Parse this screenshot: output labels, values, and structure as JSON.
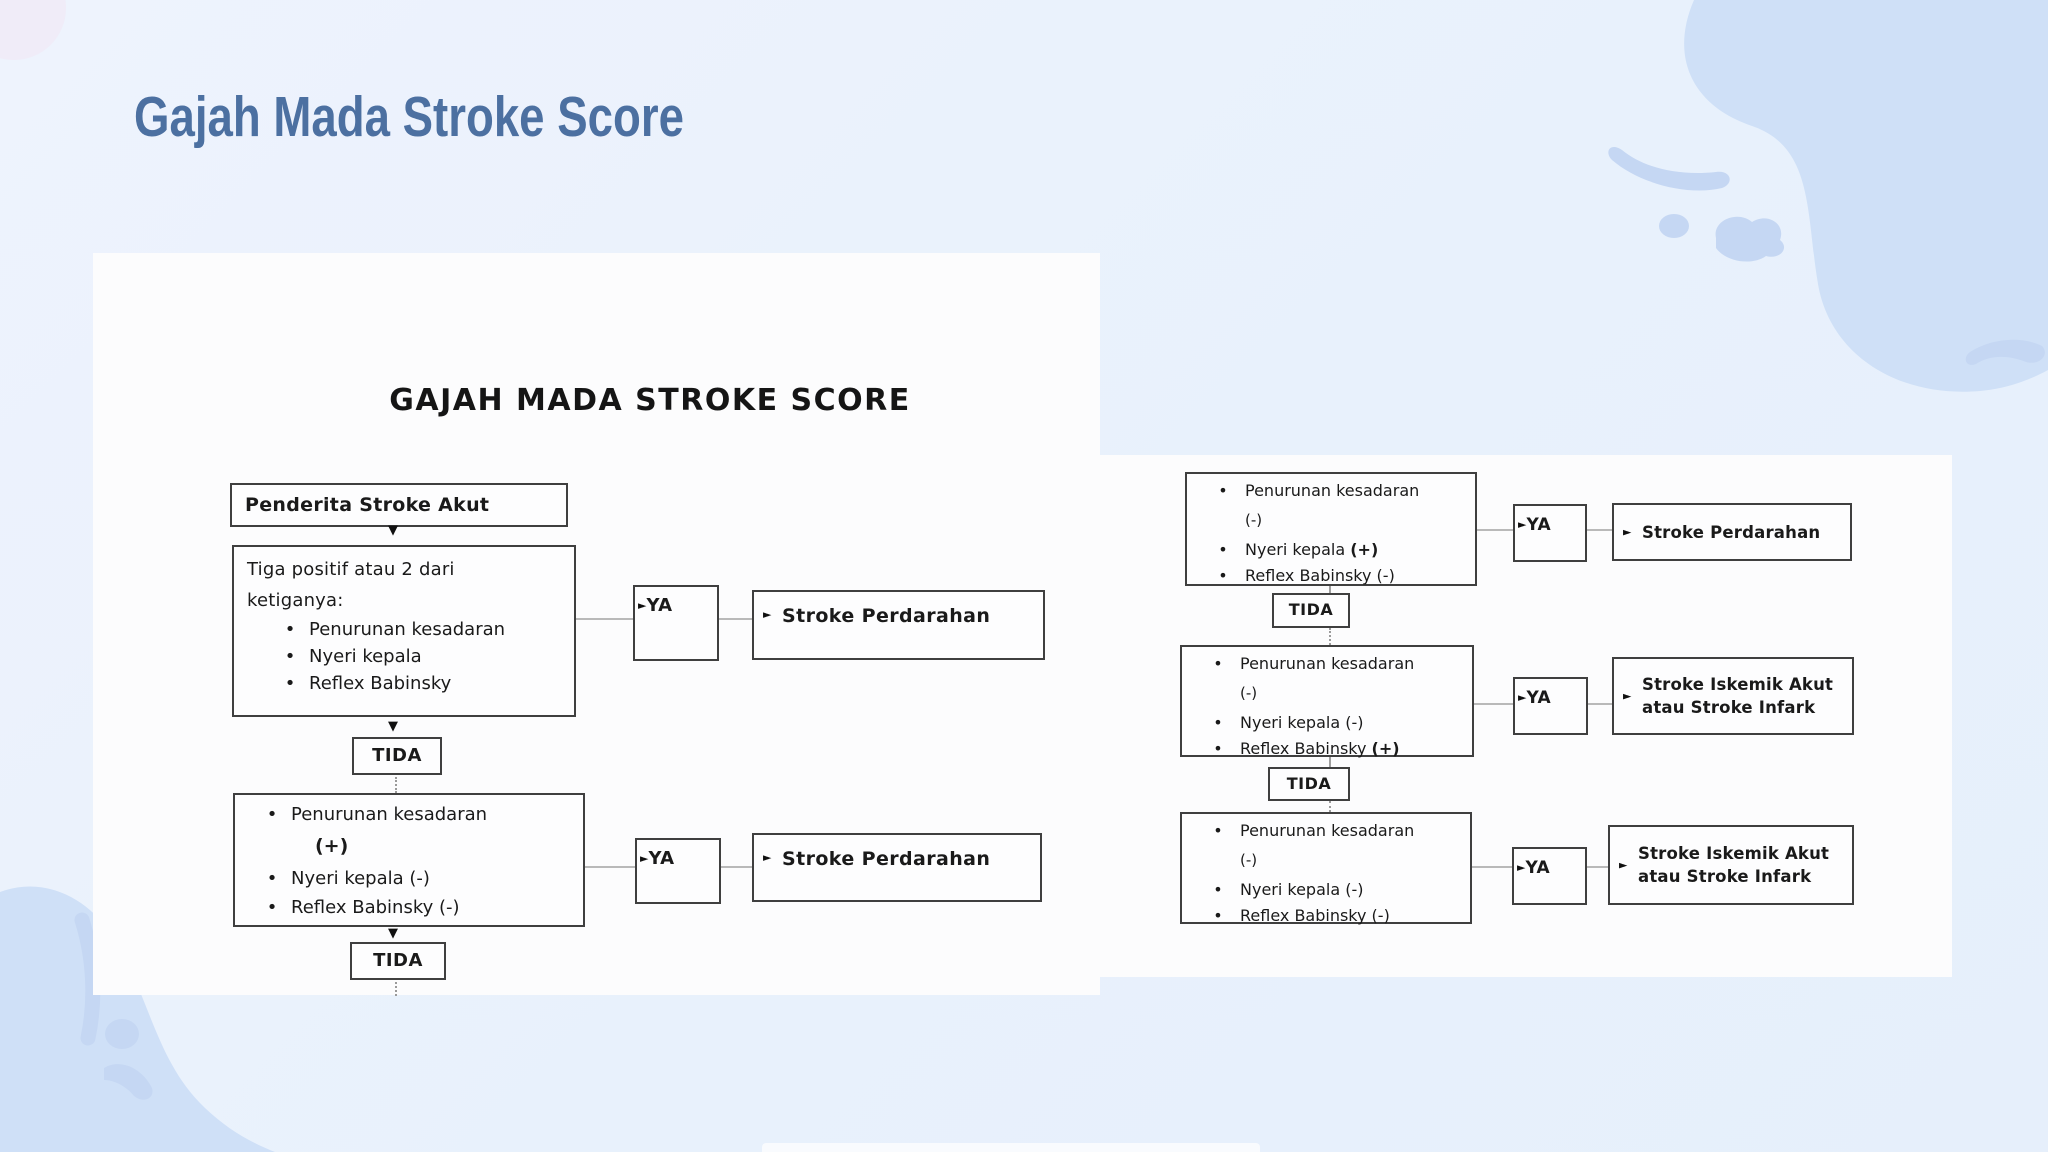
{
  "title": "Gajah Mada Stroke Score",
  "theme": {
    "title_color": "#4c70a1",
    "background": "#e8f1fc",
    "blob_color": "#cfe0f7",
    "blob_accent": "#c5d7f3",
    "panel_color": "#fcfcfd",
    "box_border": "#3f3f3f",
    "connector_color": "#b9b9b9"
  },
  "icons": {
    "arrow_down": "▼",
    "arrow_right": "►",
    "bullet": "•"
  },
  "diagram": {
    "heading": "GAJAH MADA STROKE SCORE",
    "labels": {
      "yes": "YA",
      "no": "TIDA"
    },
    "left": {
      "start": "Penderita Stroke Akut",
      "criteria": {
        "intro1": "Tiga positif atau 2 dari",
        "intro2": "ketiganya:",
        "items": [
          "Penurunan kesadaran",
          "Nyeri kepala",
          "Reflex Babinsky"
        ]
      },
      "row1_result": "Stroke Perdarahan",
      "neg_box": {
        "item1": "Penurunan kesadaran",
        "item1_sign": "(+)",
        "item2": "Nyeri kepala (-)",
        "item3": "Reflex Babinsky (-)"
      },
      "row2_result": "Stroke Perdarahan"
    },
    "right": {
      "rows": [
        {
          "item1": "Penurunan kesadaran",
          "item1_sign": "(-)",
          "item2": "Nyeri kepala ",
          "item2_sign": "(+)",
          "item3": "Reflex Babinsky (-)",
          "item3_sign": "",
          "result1": "Stroke Perdarahan",
          "result2": ""
        },
        {
          "item1": "Penurunan kesadaran",
          "item1_sign": "(-)",
          "item2": "Nyeri kepala (-)",
          "item2_sign": "",
          "item3": "Reflex Babinsky ",
          "item3_sign": "(+)",
          "result1": "Stroke Iskemik Akut",
          "result2": "atau Stroke Infark"
        },
        {
          "item1": "Penurunan kesadaran",
          "item1_sign": "(-)",
          "item2": "Nyeri kepala (-)",
          "item2_sign": "",
          "item3": "Reflex Babinsky (-)",
          "item3_sign": "",
          "result1": "Stroke Iskemik Akut",
          "result2": "atau Stroke Infark"
        }
      ]
    }
  }
}
